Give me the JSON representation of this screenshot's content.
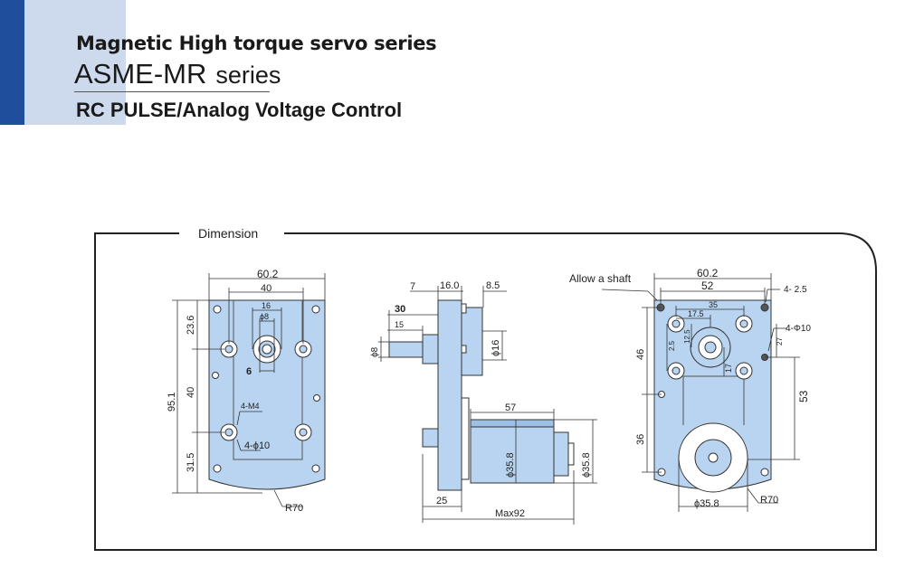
{
  "header": {
    "title": "Magnetic High torque servo series",
    "model": "ASME-MR",
    "model_suffix": "series",
    "subtitle": "RC PULSE/Analog Voltage Control"
  },
  "panel": {
    "label": "Dimension"
  },
  "front": {
    "w_outer": "60.2",
    "w_inner": "40",
    "d16": "16",
    "d8": "ϕ8",
    "six": "6",
    "h_total": "95.1",
    "h_top": "23.6",
    "h_mid": "40",
    "h_bot": "31.5",
    "m4": "4-M4",
    "phi10": "4-ϕ10",
    "r70": "R70"
  },
  "side": {
    "d7": "7",
    "d16": "16.0",
    "d85": "8.5",
    "d30": "30",
    "d15": "15",
    "phi8": "ϕ8",
    "phi16": "ϕ16",
    "d57": "57",
    "phi358a": "ϕ35.8",
    "phi358b": "ϕ35.8",
    "d25": "25",
    "max92": "Max92"
  },
  "back": {
    "allow": "Allow a shaft",
    "w_outer": "60.2",
    "w_inner": "52",
    "d35": "35",
    "d175": "17.5",
    "d125": "12.5",
    "d25": "2.5",
    "hole25": "4- 2.5",
    "hole10": "4-Φ10",
    "d27": "27",
    "d46": "46",
    "d17": "17",
    "d53": "53",
    "d36": "36",
    "phi358": "ϕ35.8",
    "r70": "R70"
  }
}
